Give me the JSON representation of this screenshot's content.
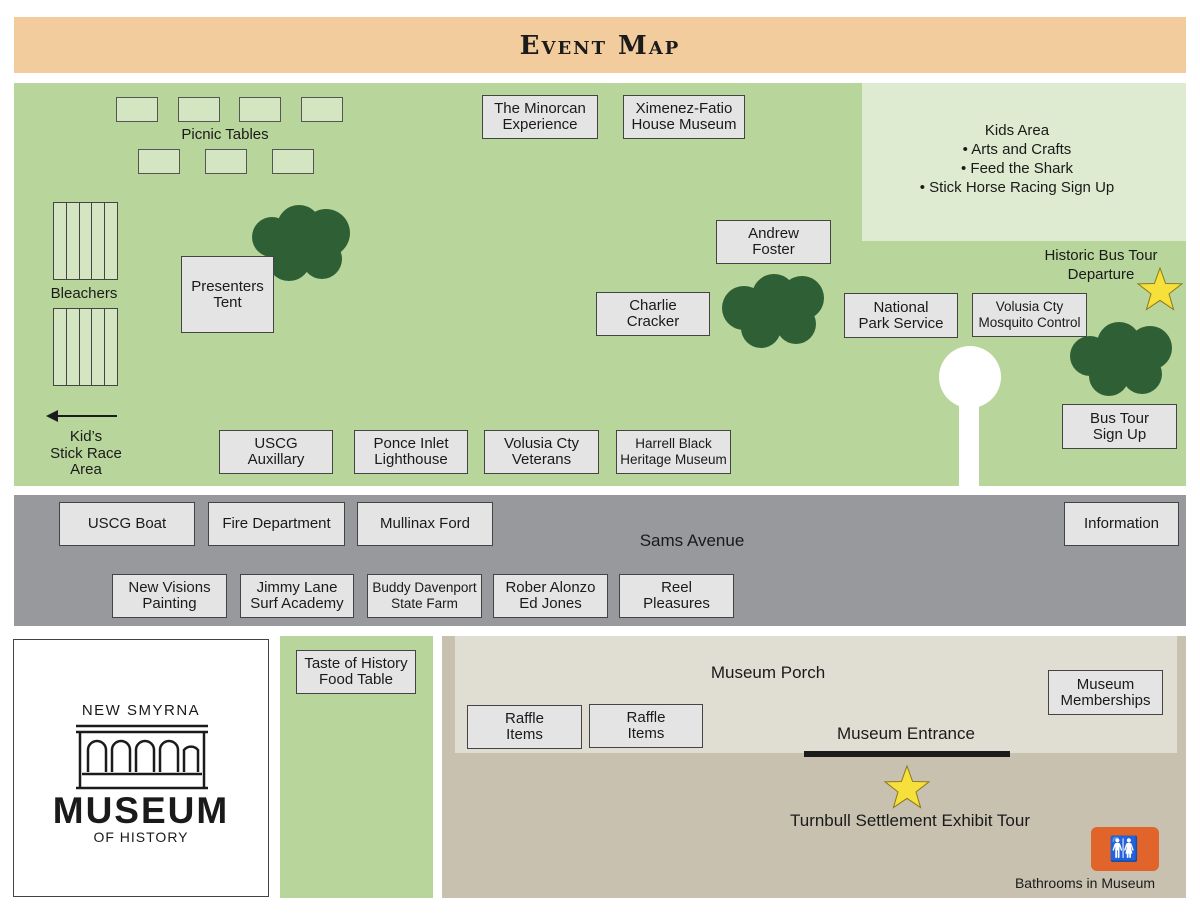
{
  "header": {
    "title": "Event Map"
  },
  "kids_area": {
    "title": "Kids Area",
    "items": [
      "• Arts and Crafts",
      "• Feed the Shark",
      "• Stick Horse Racing Sign Up"
    ]
  },
  "labels": {
    "picnic_tables": "Picnic Tables",
    "bleachers": "Bleachers",
    "kids_race": "Kid’s\nStick Race\nArea",
    "bus_departure": "Historic Bus Tour\nDeparture",
    "sams_avenue": "Sams Avenue",
    "museum_porch": "Museum Porch",
    "museum_entrance": "Museum Entrance",
    "exhibit_tour": "Turnbull Settlement Exhibit Tour",
    "bathrooms": "Bathrooms in Museum"
  },
  "booths": {
    "minorcan": "The Minorcan\nExperience",
    "ximenez": "Ximenez-Fatio\nHouse Museum",
    "andrew": "Andrew\nFoster",
    "charlie": "Charlie\nCracker",
    "nps": "National\nPark Service",
    "mosquito": "Volusia Cty\nMosquito Control",
    "presenters": "Presenters\nTent",
    "bus_signup": "Bus Tour\nSign Up",
    "uscg_aux": "USCG\nAuxillary",
    "ponce": "Ponce Inlet\nLighthouse",
    "veterans": "Volusia Cty\nVeterans",
    "harrell": "Harrell Black\nHeritage Museum",
    "uscg_boat": "USCG Boat",
    "fire": "Fire Department",
    "mullinax": "Mullinax Ford",
    "information": "Information",
    "new_visions": "New Visions\nPainting",
    "jimmy": "Jimmy Lane\nSurf Academy",
    "buddy": "Buddy Davenport\nState Farm",
    "rober": "Rober Alonzo\nEd Jones",
    "reel": "Reel\nPleasures",
    "taste": "Taste of History\nFood Table",
    "raffle1": "Raffle\nItems",
    "raffle2": "Raffle\nItems",
    "memberships": "Museum\nMemberships"
  },
  "logo": {
    "top": "NEW SMYRNA",
    "main": "MUSEUM",
    "bottom": "OF HISTORY"
  },
  "icons": {
    "star": "star-icon",
    "trees": "tree-icon",
    "arrow": "arrow-left-icon",
    "restroom": "restroom-icon"
  },
  "colors": {
    "banner": "#f2cc9c",
    "grass": "#b8d69c",
    "kids_area": "#deebd0",
    "road": "#97999c",
    "tree": "#2f5f34",
    "star": "#f7df3c",
    "restroom": "#e1642a"
  }
}
